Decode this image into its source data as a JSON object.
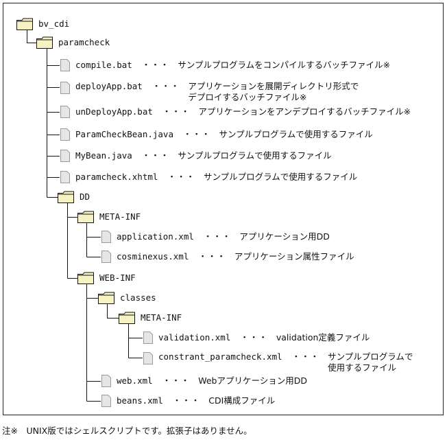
{
  "tree": {
    "root": {
      "name": "bv_cdi"
    },
    "paramcheck": {
      "name": "paramcheck"
    },
    "sep": "・・・",
    "files1": [
      {
        "name": "compile.bat",
        "desc": "サンプルプログラムをコンパイルするバッチファイル※"
      },
      {
        "name": "deployApp.bat",
        "desc": "アプリケーションを展開ディレクトリ形式で",
        "desc2": "デプロイするバッチファイル※"
      },
      {
        "name": "unDeployApp.bat",
        "desc": "アプリケーションをアンデプロイするバッチファイル※"
      },
      {
        "name": "ParamCheckBean.java",
        "desc": "サンプルプログラムで使用するファイル"
      },
      {
        "name": "MyBean.java",
        "desc": "サンプルプログラムで使用するファイル"
      },
      {
        "name": "paramcheck.xhtml",
        "desc": "サンプルプログラムで使用するファイル"
      }
    ],
    "dd": {
      "name": "DD"
    },
    "meta_inf": {
      "name": "META-INF"
    },
    "meta_files": [
      {
        "name": "application.xml",
        "desc": "アプリケーション用DD"
      },
      {
        "name": "cosminexus.xml",
        "desc": "アプリケーション属性ファイル"
      }
    ],
    "web_inf": {
      "name": "WEB-INF"
    },
    "classes": {
      "name": "classes"
    },
    "classes_meta_inf": {
      "name": "META-INF"
    },
    "classes_meta_files": [
      {
        "name": "validation.xml",
        "desc": "validation定義ファイル"
      },
      {
        "name": "constrant_paramcheck.xml",
        "desc": "サンプルプログラムで",
        "desc2": "使用するファイル"
      }
    ],
    "web_files": [
      {
        "name": "web.xml",
        "desc": "Webアプリケーション用DD"
      },
      {
        "name": "beans.xml",
        "desc": "CDI構成ファイル"
      }
    ]
  },
  "footnote": "注※　UNIX版ではシェルスクリプトです。拡張子はありません。",
  "colors": {
    "folder_fill": "#f7f2c3",
    "file_fill": "#e6e6e6",
    "line": "#111111"
  }
}
